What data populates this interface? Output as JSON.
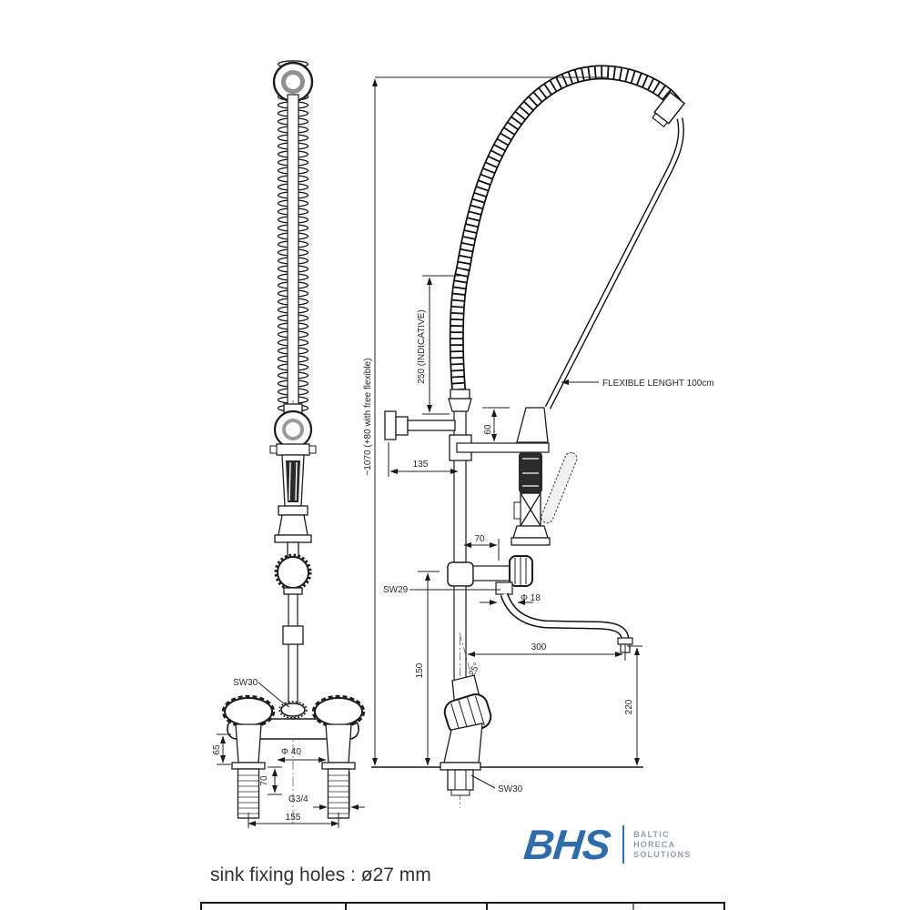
{
  "drawing": {
    "labels": {
      "overall_height": "~1070 (+80 with free flexible)",
      "spring_height": "250 (INDICATIVE)",
      "flexible_length": "FLEXIBLE LENGHT 100cm",
      "bracket_offset": "135",
      "d60": "60",
      "d70_side": "70",
      "sw29": "SW29",
      "spout_diameter": "Φ 18",
      "spout_reach": "300",
      "angle": "25°",
      "d150": "150",
      "d220": "220",
      "sw30_side": "SW30",
      "sw30_front": "SW30",
      "d65": "65",
      "d40": "Φ 40",
      "d70_front": "70",
      "thread": "G3/4",
      "hole_spacing": "155"
    }
  },
  "logo": {
    "abbr": "BHS",
    "line1": "BALTIC",
    "line2": "HORECA",
    "line3": "SOLUTIONS",
    "brand_color": "#2e6cab",
    "text_color": "#8ba1b6"
  },
  "caption": "sink fixing holes : ø27 mm"
}
